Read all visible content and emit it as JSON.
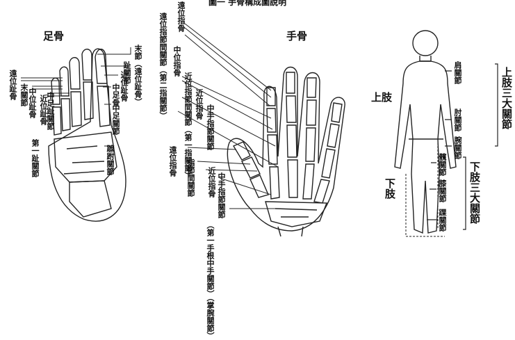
{
  "figure_title": "圖一 手骨構成圖說明",
  "foot": {
    "title": "足骨",
    "labels": {
      "distal_phalanx": "遠位趾骨",
      "distal_joint": "末關節",
      "middle_phalanx": "中位趾骨",
      "proximal_phalanx": "近位趾骨",
      "pip_joint": "中足趾關節",
      "first_toe_joint": "第一趾關節",
      "end_joint": "末節（遠位趾骨）",
      "toe_joint": "趾關節",
      "proximal_toe_bone": "近位趾骨",
      "middle_foot_bone": "中足骨",
      "middle_foot_joint": "中足關節",
      "tarsal_joint": "蹠跗關節"
    }
  },
  "hand": {
    "title": "手骨",
    "labels": {
      "distal_joint_phalanx": "遠位指節間關節（第二指關節）",
      "distal_phalanx": "遠位指骨",
      "middle_phalanx": "中位指骨",
      "pip_joint": "近位指節間關節（第一指關節）",
      "proximal_phalanx": "近位指骨",
      "mcp_joint": "中手指節關節",
      "distal_phalanx_2": "遠位指骨",
      "pip_joint_2": "指節間關節",
      "proximal_phalanx_2": "近位指骨",
      "mcp_joint_2": "中手指節關節",
      "first_cmc": "（第一手根中手關節）（掌腕關節）"
    }
  },
  "body": {
    "upper_limb": "上肢",
    "lower_limb": "下肢",
    "shoulder": "肩關節",
    "elbow": "肘關節",
    "wrist": "腕關節",
    "hip": "髖關節",
    "knee": "膝關節",
    "ankle": "踝關節",
    "upper_three": "上肢三大關節",
    "lower_three": "下肢三大關節"
  }
}
